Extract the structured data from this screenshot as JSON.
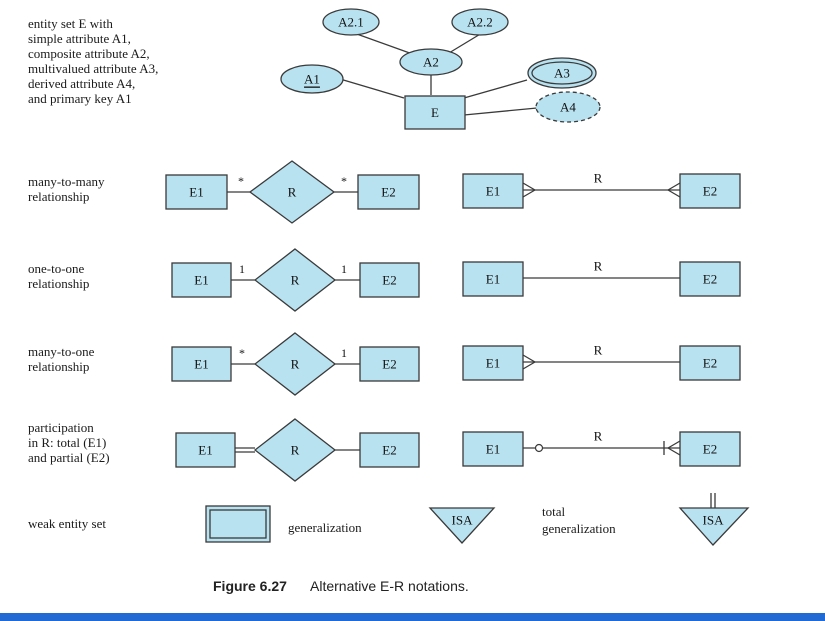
{
  "theme": {
    "fill": "#b9e2f1",
    "stroke": "#3a3a3a",
    "bar": "#1f6bd3"
  },
  "rows": {
    "attributes": {
      "label": [
        "entity set E with",
        "simple attribute A1,",
        "composite attribute A2,",
        "multivalued attribute A3,",
        "derived attribute A4,",
        "and primary key A1"
      ],
      "entity": "E",
      "simple": "A1",
      "composite": "A2",
      "composite_parts": [
        "A2.1",
        "A2.2"
      ],
      "multivalued": "A3",
      "derived": "A4"
    },
    "many_to_many": {
      "label": [
        "many-to-many",
        "relationship"
      ],
      "left": "E1",
      "rel": "R",
      "right": "E2",
      "left_card": "*",
      "right_card": "*",
      "alt_left": "E1",
      "alt_rel": "R",
      "alt_right": "E2"
    },
    "one_to_one": {
      "label": [
        "one-to-one",
        "relationship"
      ],
      "left": "E1",
      "rel": "R",
      "right": "E2",
      "left_card": "1",
      "right_card": "1",
      "alt_left": "E1",
      "alt_rel": "R",
      "alt_right": "E2"
    },
    "many_to_one": {
      "label": [
        "many-to-one",
        "relationship"
      ],
      "left": "E1",
      "rel": "R",
      "right": "E2",
      "left_card": "*",
      "right_card": "1",
      "alt_left": "E1",
      "alt_rel": "R",
      "alt_right": "E2"
    },
    "participation": {
      "label": [
        "participation",
        "in R: total (E1)",
        "and partial (E2)"
      ],
      "left": "E1",
      "rel": "R",
      "right": "E2",
      "alt_left": "E1",
      "alt_rel": "R",
      "alt_right": "E2"
    },
    "bottom": {
      "weak_label": "weak entity set",
      "gen_label": "generalization",
      "gen_isa": "ISA",
      "total_label": [
        "total",
        "generalization"
      ],
      "total_isa": "ISA"
    }
  },
  "caption": {
    "number": "Figure 6.27",
    "text": "Alternative E-R notations."
  }
}
